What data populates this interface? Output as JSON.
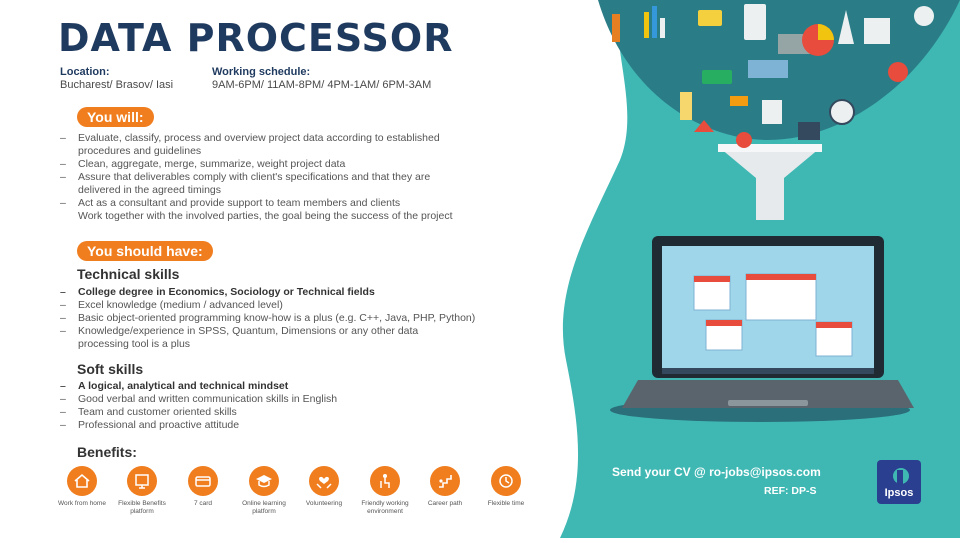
{
  "title": "DATA PROCESSOR",
  "location": {
    "label": "Location:",
    "value": "Bucharest/ Brasov/ Iasi"
  },
  "schedule": {
    "label": "Working schedule:",
    "value": "9AM-6PM/ 11AM-8PM/ 4PM-1AM/ 6PM-3AM"
  },
  "you_will": {
    "heading": "You will:",
    "items": [
      "Evaluate, classify, process and overview project data according to established",
      "procedures and guidelines",
      "Clean, aggregate, merge, summarize, weight project data",
      "Assure that deliverables comply with client's specifications and that they are",
      "delivered in the agreed timings",
      "Act as a consultant and provide support to team members and clients",
      "Work together with the involved parties, the goal being the success of the project"
    ]
  },
  "should_have": {
    "heading": "You should have:",
    "technical": {
      "title": "Technical skills",
      "items": [
        "College degree in Economics, Sociology or Technical fields",
        "Excel knowledge (medium / advanced level)",
        "Basic object-oriented programming know-how is a plus (e.g. C++, Java, PHP, Python)",
        "Knowledge/experience in SPSS, Quantum, Dimensions or any other data",
        "processing tool is a plus"
      ]
    },
    "soft": {
      "title": "Soft skills",
      "items": [
        "A logical, analytical and technical mindset",
        "Good verbal and written communication skills in English",
        "Team and customer oriented skills",
        "Professional and proactive attitude"
      ]
    }
  },
  "benefits": {
    "title": "Benefits:",
    "items": [
      {
        "label": "Work from home",
        "icon": "house-icon"
      },
      {
        "label": "Flexible Benefits platform",
        "icon": "benefits-platform-icon"
      },
      {
        "label": "7 card",
        "icon": "card-icon"
      },
      {
        "label": "Online learning platform",
        "icon": "graduation-cap-icon"
      },
      {
        "label": "Volunteering",
        "icon": "hands-heart-icon"
      },
      {
        "label": "Friendly working environment",
        "icon": "person-chair-icon"
      },
      {
        "label": "Career path",
        "icon": "career-ladder-icon"
      },
      {
        "label": "Flexible time",
        "icon": "clock-icon"
      }
    ]
  },
  "contact": {
    "send_prefix": "Send your CV @ ",
    "email": "ro-jobs@ipsos.com",
    "ref": "REF: DP-S"
  },
  "brand": {
    "logo_text": "Ipsos",
    "orange": "#f07d1e",
    "navy": "#1f3a5f",
    "teal": "#3fb8b4"
  }
}
